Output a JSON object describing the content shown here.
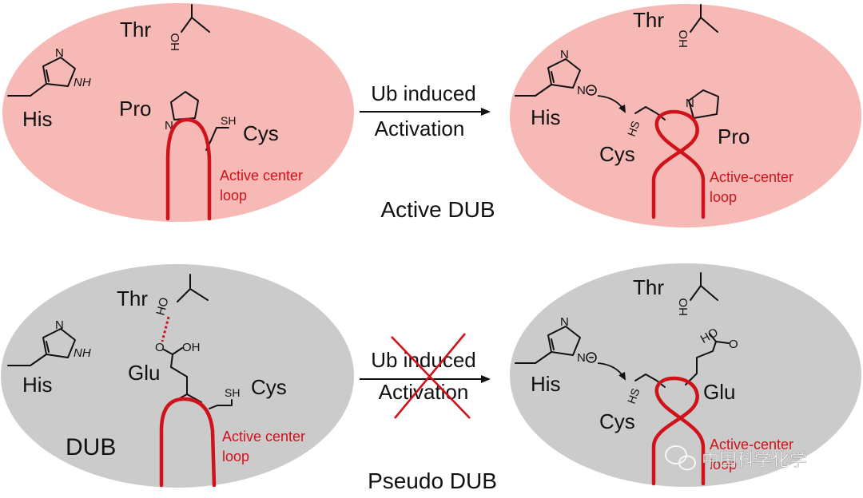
{
  "colors": {
    "active_bg": "#f6b9b5",
    "pseudo_bg": "#cbcbcb",
    "loop": "#d0121b",
    "text": "#111111"
  },
  "panels": {
    "active_inactive": {
      "thr": "Thr",
      "his": "His",
      "pro": "Pro",
      "cys": "Cys",
      "loop_line1": "Active center",
      "loop_line2": "loop",
      "sh": "SH",
      "ho": "HO",
      "n": "N",
      "nh": "NH"
    },
    "active_active": {
      "thr": "Thr",
      "his": "His",
      "pro": "Pro",
      "cys": "Cys",
      "loop_line1": "Active-center",
      "loop_line2": "loop",
      "hs": "HS",
      "ho": "HO",
      "n": "N"
    },
    "pseudo_inactive": {
      "thr": "Thr",
      "his": "His",
      "glu": "Glu",
      "cys": "Cys",
      "dub": "DUB",
      "loop_line1": "Active center",
      "loop_line2": "loop",
      "sh": "SH",
      "ho": "HO",
      "oh": "OH",
      "o": "O",
      "nh": "NH",
      "n": "N"
    },
    "pseudo_active": {
      "thr": "Thr",
      "his": "His",
      "glu": "Glu",
      "cys": "Cys",
      "loop_line1": "Active-center",
      "loop_line2": "loop",
      "hs": "HS",
      "ho": "HO",
      "o": "O",
      "n": "N"
    }
  },
  "arrows": {
    "top_line1": "Ub induced",
    "top_line2": "Activation",
    "bottom_line1": "Ub induced",
    "bottom_line2": "Activation"
  },
  "captions": {
    "active": "Active DUB",
    "pseudo": "Pseudo DUB"
  },
  "watermark": "中国科学化学"
}
